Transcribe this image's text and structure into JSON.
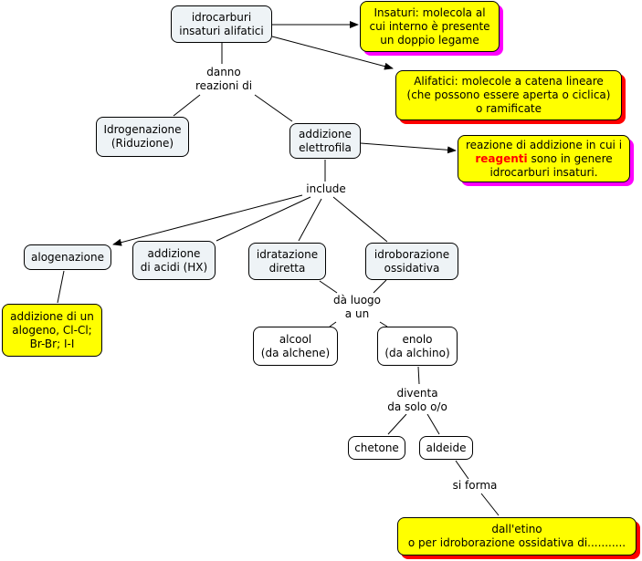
{
  "concepts": {
    "idrocarburi": "idrocarburi\ninsaturi alifatici",
    "insaturi_note": "Insaturi: molecola al\ncui interno è presente\nun doppio legame",
    "alifatici_note": "Alifatici: molecole a catena lineare\n(che possono essere aperta o ciclica)\no ramificate",
    "idrogenazione": "Idrogenazione\n(Riduzione)",
    "addizione_elettrofila": "addizione\nelettrofila",
    "reazione_note_part1": "reazione di addizione in cui i",
    "reazione_note_highlight": "reagenti",
    "reazione_note_part2": " sono in genere\nidrocarburi insaturi.",
    "alogenazione": "alogenazione",
    "addizione_acidi": "addizione\ndi acidi (HX)",
    "idratazione": "idratazione\ndiretta",
    "idroborazione": "idroborazione\nossidativa",
    "alogeno_note": "addizione di un\nalogeno, Cl-Cl;\nBr-Br; I-I",
    "alcool": "alcool\n(da alchene)",
    "enolo": "enolo\n(da alchino)",
    "chetone": "chetone",
    "aldeide": "aldeide",
    "etino_note": "dall'etino\no per idroborazione ossidativa di..........."
  },
  "links": {
    "danno": "danno\nreazioni di",
    "include": "include",
    "da_luogo": "dà luogo\na un",
    "diventa": "diventa\nda solo o/o",
    "si_forma": "si forma"
  },
  "colors": {
    "concept_fill": "#eef3f6",
    "note_fill": "#ffff00",
    "shadow_magenta": "#ff00ff",
    "shadow_red": "#ff0000",
    "highlight_text": "#ff0000"
  }
}
